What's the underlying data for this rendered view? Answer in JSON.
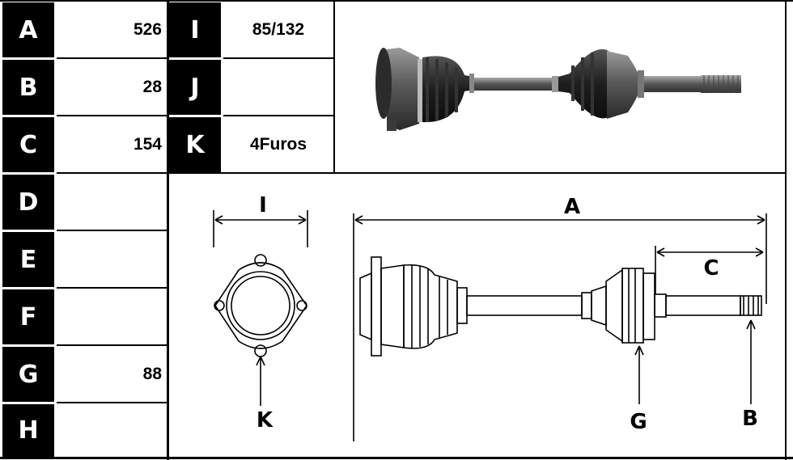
{
  "specs": {
    "left": [
      {
        "letter": "A",
        "value": "526"
      },
      {
        "letter": "B",
        "value": "28"
      },
      {
        "letter": "C",
        "value": "154"
      },
      {
        "letter": "D",
        "value": ""
      },
      {
        "letter": "E",
        "value": ""
      },
      {
        "letter": "F",
        "value": ""
      },
      {
        "letter": "G",
        "value": "88"
      },
      {
        "letter": "H",
        "value": ""
      }
    ],
    "middle": [
      {
        "letter": "I",
        "value": "85/132"
      },
      {
        "letter": "J",
        "value": ""
      },
      {
        "letter": "K",
        "value": "4Furos"
      }
    ]
  },
  "diagram": {
    "labels": {
      "I": "I",
      "A": "A",
      "C": "C",
      "K": "K",
      "G": "G",
      "B": "B"
    }
  },
  "colors": {
    "background": "#ffffff",
    "letter_cell": "#000000",
    "letter_text": "#ffffff",
    "line": "#000000"
  }
}
